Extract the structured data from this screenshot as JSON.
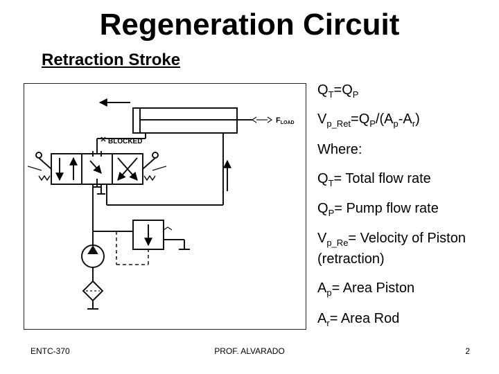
{
  "slide": {
    "title": "Regeneration Circuit",
    "subtitle": "Retraction Stroke"
  },
  "figure": {
    "blocked_label": "BLOCKED",
    "load_label_main": "F",
    "load_label_sub": "LOAD"
  },
  "equations": {
    "qt": {
      "sym": "Q",
      "sub": "T",
      "eq": "=",
      "sym2": "Q",
      "sub2": "P"
    },
    "vp_ret": {
      "sym": "V",
      "sub": "p_Ret",
      "t1": "=Q",
      "sub2": "P",
      "t2": "/(A",
      "sub3": "p",
      "t3": "-A",
      "sub4": "r",
      "t4": ")"
    },
    "where": "Where:",
    "qt_def": {
      "sym": "Q",
      "sub": "T",
      "text": "= Total flow rate"
    },
    "qp_def": {
      "sym": "Q",
      "sub": "P",
      "text": "= Pump flow rate"
    },
    "vp_def": {
      "sym": "V",
      "sub": "p_Re",
      "text": "= Velocity of Piston",
      "line2": "(retraction)"
    },
    "ap_def": {
      "sym": "A",
      "sub": "p",
      "text": "= Area Piston"
    },
    "ar_def": {
      "sym": "A",
      "sub": "r",
      "text": "= Area Rod"
    }
  },
  "footer": {
    "course": "ENTC-370",
    "instructor": "PROF. ALVARADO",
    "page": "2"
  }
}
